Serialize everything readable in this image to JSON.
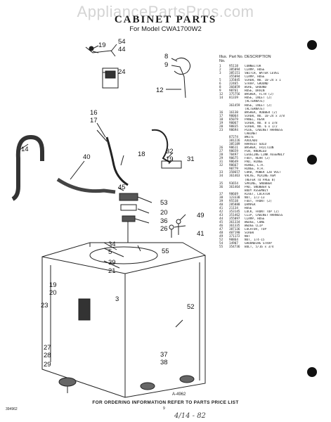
{
  "watermark": "AppliancePartsPros.com",
  "title": "CABINET PARTS",
  "subtitle": "For Model CWA1700W2",
  "columns": {
    "ill": "Illus. No.",
    "part": "Part No.",
    "desc": "DESCRIPTION"
  },
  "parts": [
    {
      "n": "1",
      "p": "95118",
      "d": "CONNECTOR"
    },
    {
      "n": "2",
      "p": "385094",
      "d": "CLAMP, HOSE"
    },
    {
      "n": "3",
      "p": "385151",
      "d": "SWITCH, WATER LEVEL"
    },
    {
      "n": "",
      "p": "355094",
      "d": "CLAMP, HOSE"
    },
    {
      "n": "5",
      "p": "135845",
      "d": "SCREW, NO. 10-24 x 1"
    },
    {
      "n": "6",
      "p": "22465",
      "d": "STRAP, GROUND"
    },
    {
      "n": "8",
      "p": "366059",
      "d": "WIRE, GROUND"
    },
    {
      "n": "9",
      "p": "98761",
      "d": "HOSE, DRAIN"
    },
    {
      "n": "12",
      "p": "375756",
      "d": "WASHER, FLTR (2)"
    },
    {
      "n": "14",
      "p": "81339",
      "d": "HOSE, INLET (2)"
    },
    {
      "n": "",
      "p": "",
      "d": "(ALTERNATE)"
    },
    {
      "n": "",
      "p": "361459",
      "d": "HOSE, INLET (2)"
    },
    {
      "n": "",
      "p": "",
      "d": "(ALTERNATE)"
    },
    {
      "n": "16",
      "p": "16130",
      "d": "WASHER, RUBBER (2)"
    },
    {
      "n": "17",
      "p": "90064",
      "d": "SCREW, NO. 10-24 x 3/8"
    },
    {
      "n": "18",
      "p": "85079",
      "d": "PANEL, REAR"
    },
    {
      "n": "19",
      "p": "90067",
      "d": "SCREW, NO. 8 x 3/8"
    },
    {
      "n": "20",
      "p": "98835",
      "d": "SCREW, NO. 6 x 1/2"
    },
    {
      "n": "23",
      "p": "98694",
      "d": "PLUG, CABINET HARNESS"
    },
    {
      "n": "",
      "p": "",
      "d": "CABINET"
    },
    {
      "n": "",
      "p": "87274",
      "d": "WHITE"
    },
    {
      "n": "",
      "p": "381226",
      "d": "AVOCADO"
    },
    {
      "n": "",
      "p": "385189",
      "d": "HARVEST GOLD"
    },
    {
      "n": "26",
      "p": "98611",
      "d": "WASHER, FRICTION"
    },
    {
      "n": "27",
      "p": "98659",
      "d": "PIN, KNURLED"
    },
    {
      "n": "28",
      "p": "78497",
      "d": "LEVELING LINK ASSEMBLY"
    },
    {
      "n": "29",
      "p": "90675",
      "d": "FOOT, REAR (2)"
    },
    {
      "n": "31",
      "p": "98649",
      "d": "PAD, HINGE"
    },
    {
      "n": "32",
      "p": "90667",
      "d": "HINGE, L.H."
    },
    {
      "n": "",
      "p": "90779",
      "d": "HINGE, R.H."
    },
    {
      "n": "33",
      "p": "358657",
      "d": "CORD, POWER 120 VOLT"
    },
    {
      "n": "34",
      "p": "361463",
      "d": "VALVE, MIXING ASM"
    },
    {
      "n": "",
      "p": "",
      "d": "(REFER TO PAGE 8)"
    },
    {
      "n": "35",
      "p": "93654",
      "d": "SPRING, SNUBBER"
    },
    {
      "n": "36",
      "p": "361464",
      "d": "PAD, SNUBBER &"
    },
    {
      "n": "",
      "p": "",
      "d": "BODY ASSEMBLY"
    },
    {
      "n": "37",
      "p": "98669",
      "d": "RIVET, LOCATOR"
    },
    {
      "n": "38",
      "p": "123338",
      "d": "NUT, 1/2-13"
    },
    {
      "n": "39",
      "p": "95538",
      "d": "FOOT, FRONT (2)"
    },
    {
      "n": "40",
      "p": "285888",
      "d": "DAMPER"
    },
    {
      "n": "41",
      "p": "21134",
      "d": "HOSE"
    },
    {
      "n": "42",
      "p": "353145",
      "d": "LOCK, FRONT TOP (2)"
    },
    {
      "n": "43",
      "p": "351462",
      "d": "CLIP, CABINET HARNESS"
    },
    {
      "n": "44",
      "p": "355097",
      "d": "CLAMP, HOSE"
    },
    {
      "n": "45",
      "p": "361334",
      "d": "WEDGE, CONE"
    },
    {
      "n": "46",
      "p": "361335",
      "d": "WEDGE CLIP"
    },
    {
      "n": "47",
      "p": "387136",
      "d": "LOCATOR, TOP"
    },
    {
      "n": "48",
      "p": "407190",
      "d": "SCREW"
    },
    {
      "n": "49",
      "p": "371172",
      "d": "NUT"
    },
    {
      "n": "52",
      "p": "90864",
      "d": "NUT, 1/4-15"
    },
    {
      "n": "54",
      "p": "14907",
      "d": "GROUNDING STRAP"
    },
    {
      "n": "55",
      "p": "354736",
      "d": "BOLT, 5/16 x 3/4"
    }
  ],
  "callouts": {
    "c19a": "19",
    "c54": "54",
    "c44": "44",
    "c24": "24",
    "c8": "8",
    "c9": "9",
    "c12": "12",
    "c16": "16",
    "c17": "17",
    "c14": "14",
    "c40": "40",
    "c18": "18",
    "c32": "32",
    "c19b": "19",
    "c31": "31",
    "c45": "45",
    "c53": "53",
    "c20": "20",
    "c36": "36",
    "c26": "26",
    "c49": "49",
    "c41": "41",
    "c34": "34",
    "c5": "5",
    "c55": "55",
    "c39": "39",
    "c21": "21",
    "c19c": "19",
    "c20b": "20",
    "c3": "3",
    "c52": "52",
    "c23": "23",
    "c27": "27",
    "c28": "28",
    "c29": "29",
    "c37": "37",
    "c38": "38"
  },
  "figure_code": "A-4962",
  "footer": "FOR ORDERING INFORMATION REFER TO PARTS PRICE LIST",
  "doc_number": "394962",
  "page_number": "9",
  "handwritten": "4/14 - 82"
}
